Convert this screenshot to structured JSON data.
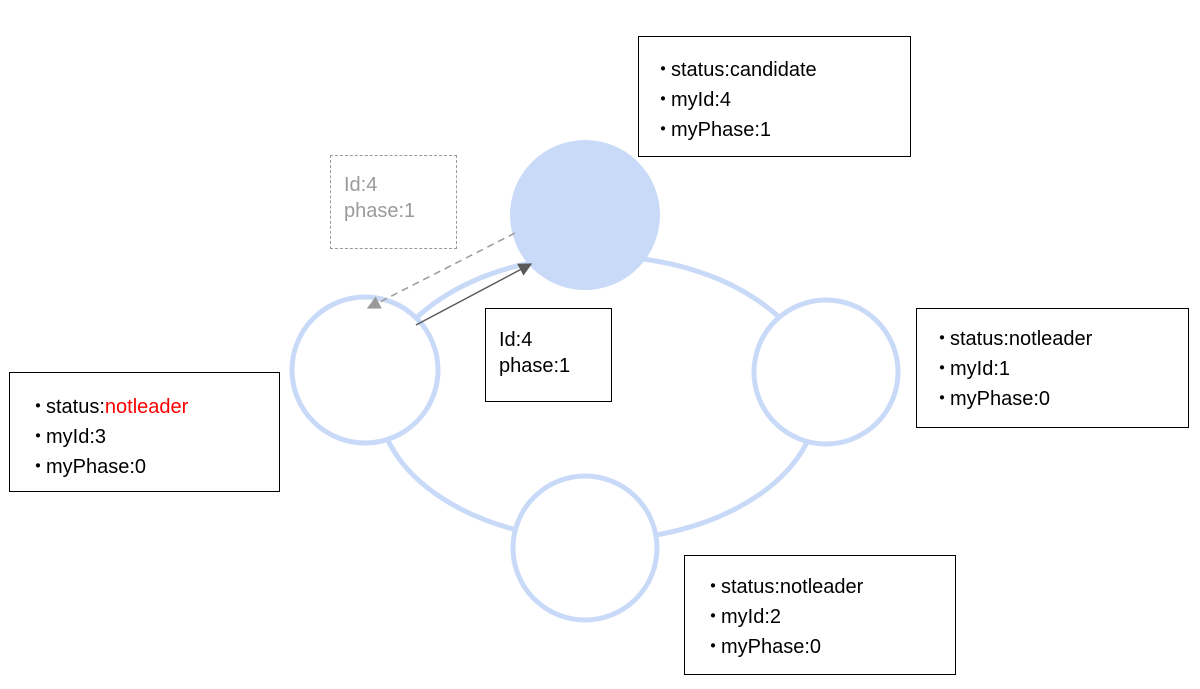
{
  "colors": {
    "node_fill_active": "#c9daf8",
    "node_stroke": "#c9daf8",
    "ring": "#c9daf8",
    "box_border": "#000000",
    "ghost": "#9a9a9a",
    "arrow": "#595959",
    "highlight": "#ff0000"
  },
  "nodes": {
    "top": {
      "id": "node-top",
      "active": true,
      "status_label": "status:",
      "status_value": "candidate",
      "my_id": "myId:4",
      "my_phase": "myPhase:1"
    },
    "right": {
      "id": "node-right",
      "active": false,
      "status_label": "status:",
      "status_value": "notleader",
      "my_id": "myId:1",
      "my_phase": "myPhase:0"
    },
    "bottom": {
      "id": "node-bottom",
      "active": false,
      "status_label": "status:",
      "status_value": "notleader",
      "my_id": "myId:2",
      "my_phase": "myPhase:0"
    },
    "left": {
      "id": "node-left",
      "active": false,
      "status_label": "status:",
      "status_value": "notleader",
      "my_id": "myId:3",
      "my_phase": "myPhase:0",
      "status_highlight": true
    }
  },
  "bullet": "・",
  "messages": {
    "sent": {
      "id_line": "Id:4",
      "phase_line": "phase:1",
      "style": "solid",
      "direction": "left-to-top"
    },
    "returned": {
      "id_line": "Id:4",
      "phase_line": "phase:1",
      "style": "dashed",
      "direction": "top-to-left"
    }
  }
}
